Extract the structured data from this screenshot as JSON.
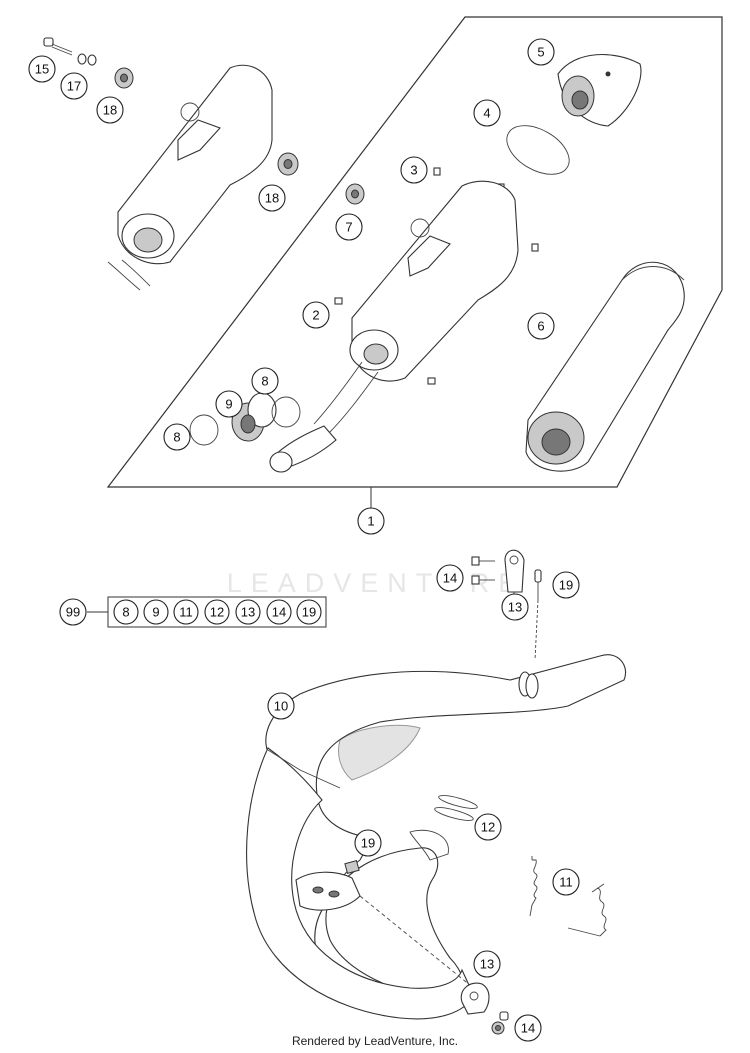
{
  "diagram": {
    "callouts": {
      "c1": "1",
      "c2": "2",
      "c3": "3",
      "c4": "4",
      "c5": "5",
      "c6": "6",
      "c7": "7",
      "c8a": "8",
      "c8b": "8",
      "c9": "9",
      "c10": "10",
      "c11": "11",
      "c12": "12",
      "c13a": "13",
      "c13b": "13",
      "c14a": "14",
      "c14b": "14",
      "c15": "15",
      "c17": "17",
      "c18a": "18",
      "c18b": "18",
      "c19a": "19",
      "c19b": "19",
      "c99": "99"
    },
    "kit_items": [
      "8",
      "9",
      "11",
      "12",
      "13",
      "14",
      "19"
    ]
  },
  "watermark": "LEADVENTURE",
  "footer": "Rendered by LeadVenture, Inc."
}
